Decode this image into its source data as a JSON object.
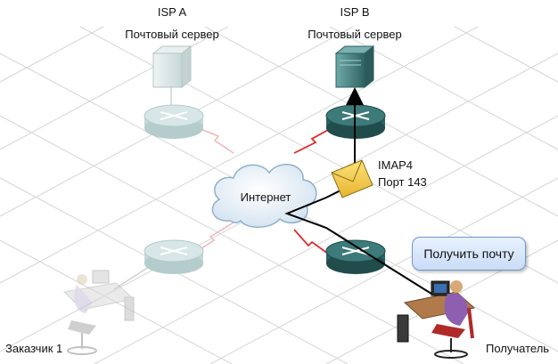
{
  "isp_a": {
    "label": "ISP A",
    "server_label": "Почтовый сервер"
  },
  "isp_b": {
    "label": "ISP B",
    "server_label": "Почтовый сервер"
  },
  "internet": {
    "label": "Интернет"
  },
  "message": {
    "protocol": "IMAP4",
    "port": "Порт 143"
  },
  "callout": {
    "text": "Получить почту"
  },
  "clients": {
    "left": "Заказчик 1",
    "right": "Получатель"
  },
  "colors": {
    "grid_line": "#d4d4d4",
    "router_active": "#2f6e6e",
    "router_faded": "#b7cfcf",
    "server_active": "#4f8f8f",
    "server_faded": "#dde8e8",
    "wan_link": "#e02a2a",
    "wan_link_faded": "#f0b7b7",
    "mail_path": "#000000",
    "envelope": "#f2c94c",
    "callout_border": "#6f95c9"
  }
}
